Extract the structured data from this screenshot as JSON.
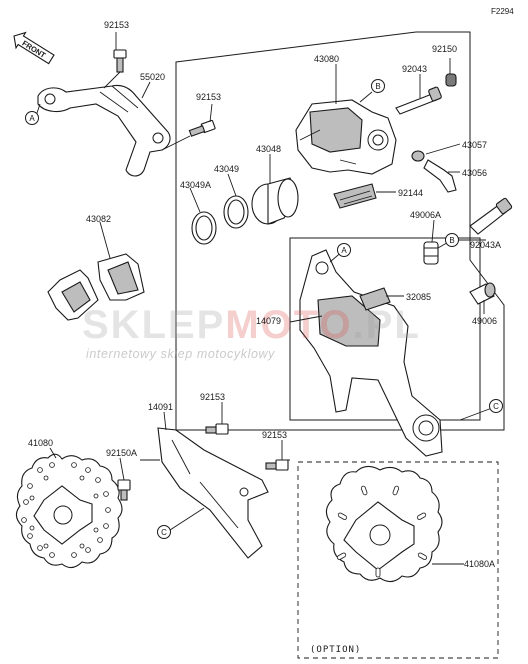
{
  "figure": {
    "code": "F2294",
    "front_label": "FRONT",
    "option_label": "(OPTION)"
  },
  "part_numbers": {
    "p92153_top": "92153",
    "p55020": "55020",
    "p92153_mid": "92153",
    "p43080": "43080",
    "p92150": "92150",
    "p92043": "92043",
    "p43057": "43057",
    "p43056": "43056",
    "p43048": "43048",
    "p43049": "43049",
    "p43049a": "43049A",
    "p92144": "92144",
    "p43082": "43082",
    "p49006a": "49006A",
    "p92043a": "92043A",
    "p32085": "32085",
    "p14079": "14079",
    "p49006": "49006",
    "p14091": "14091",
    "p92153_low": "92153",
    "p92153_low2": "92153",
    "p41080": "41080",
    "p92150a": "92150A",
    "p41080a": "41080A"
  },
  "callouts": {
    "a": "A",
    "b": "B",
    "c": "C"
  },
  "watermark": {
    "brand_left": "SKLEP",
    "brand_right": "MOTO",
    "brand_tld": ".PL",
    "tagline": "internetowy sklep motocyklowy",
    "color_left": "#9e9e9e",
    "color_right": "#d9534f"
  }
}
